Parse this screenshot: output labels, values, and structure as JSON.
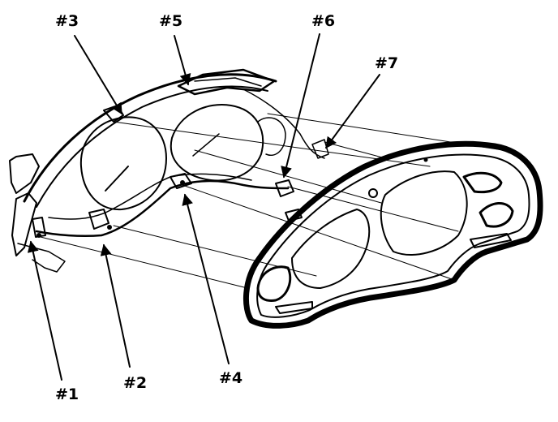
{
  "callouts": [
    {
      "id": "c1",
      "label": "#1"
    },
    {
      "id": "c2",
      "label": "#2"
    },
    {
      "id": "c3",
      "label": "#3"
    },
    {
      "id": "c4",
      "label": "#4"
    },
    {
      "id": "c5",
      "label": "#5"
    },
    {
      "id": "c6",
      "label": "#6"
    },
    {
      "id": "c7",
      "label": "#7"
    }
  ]
}
